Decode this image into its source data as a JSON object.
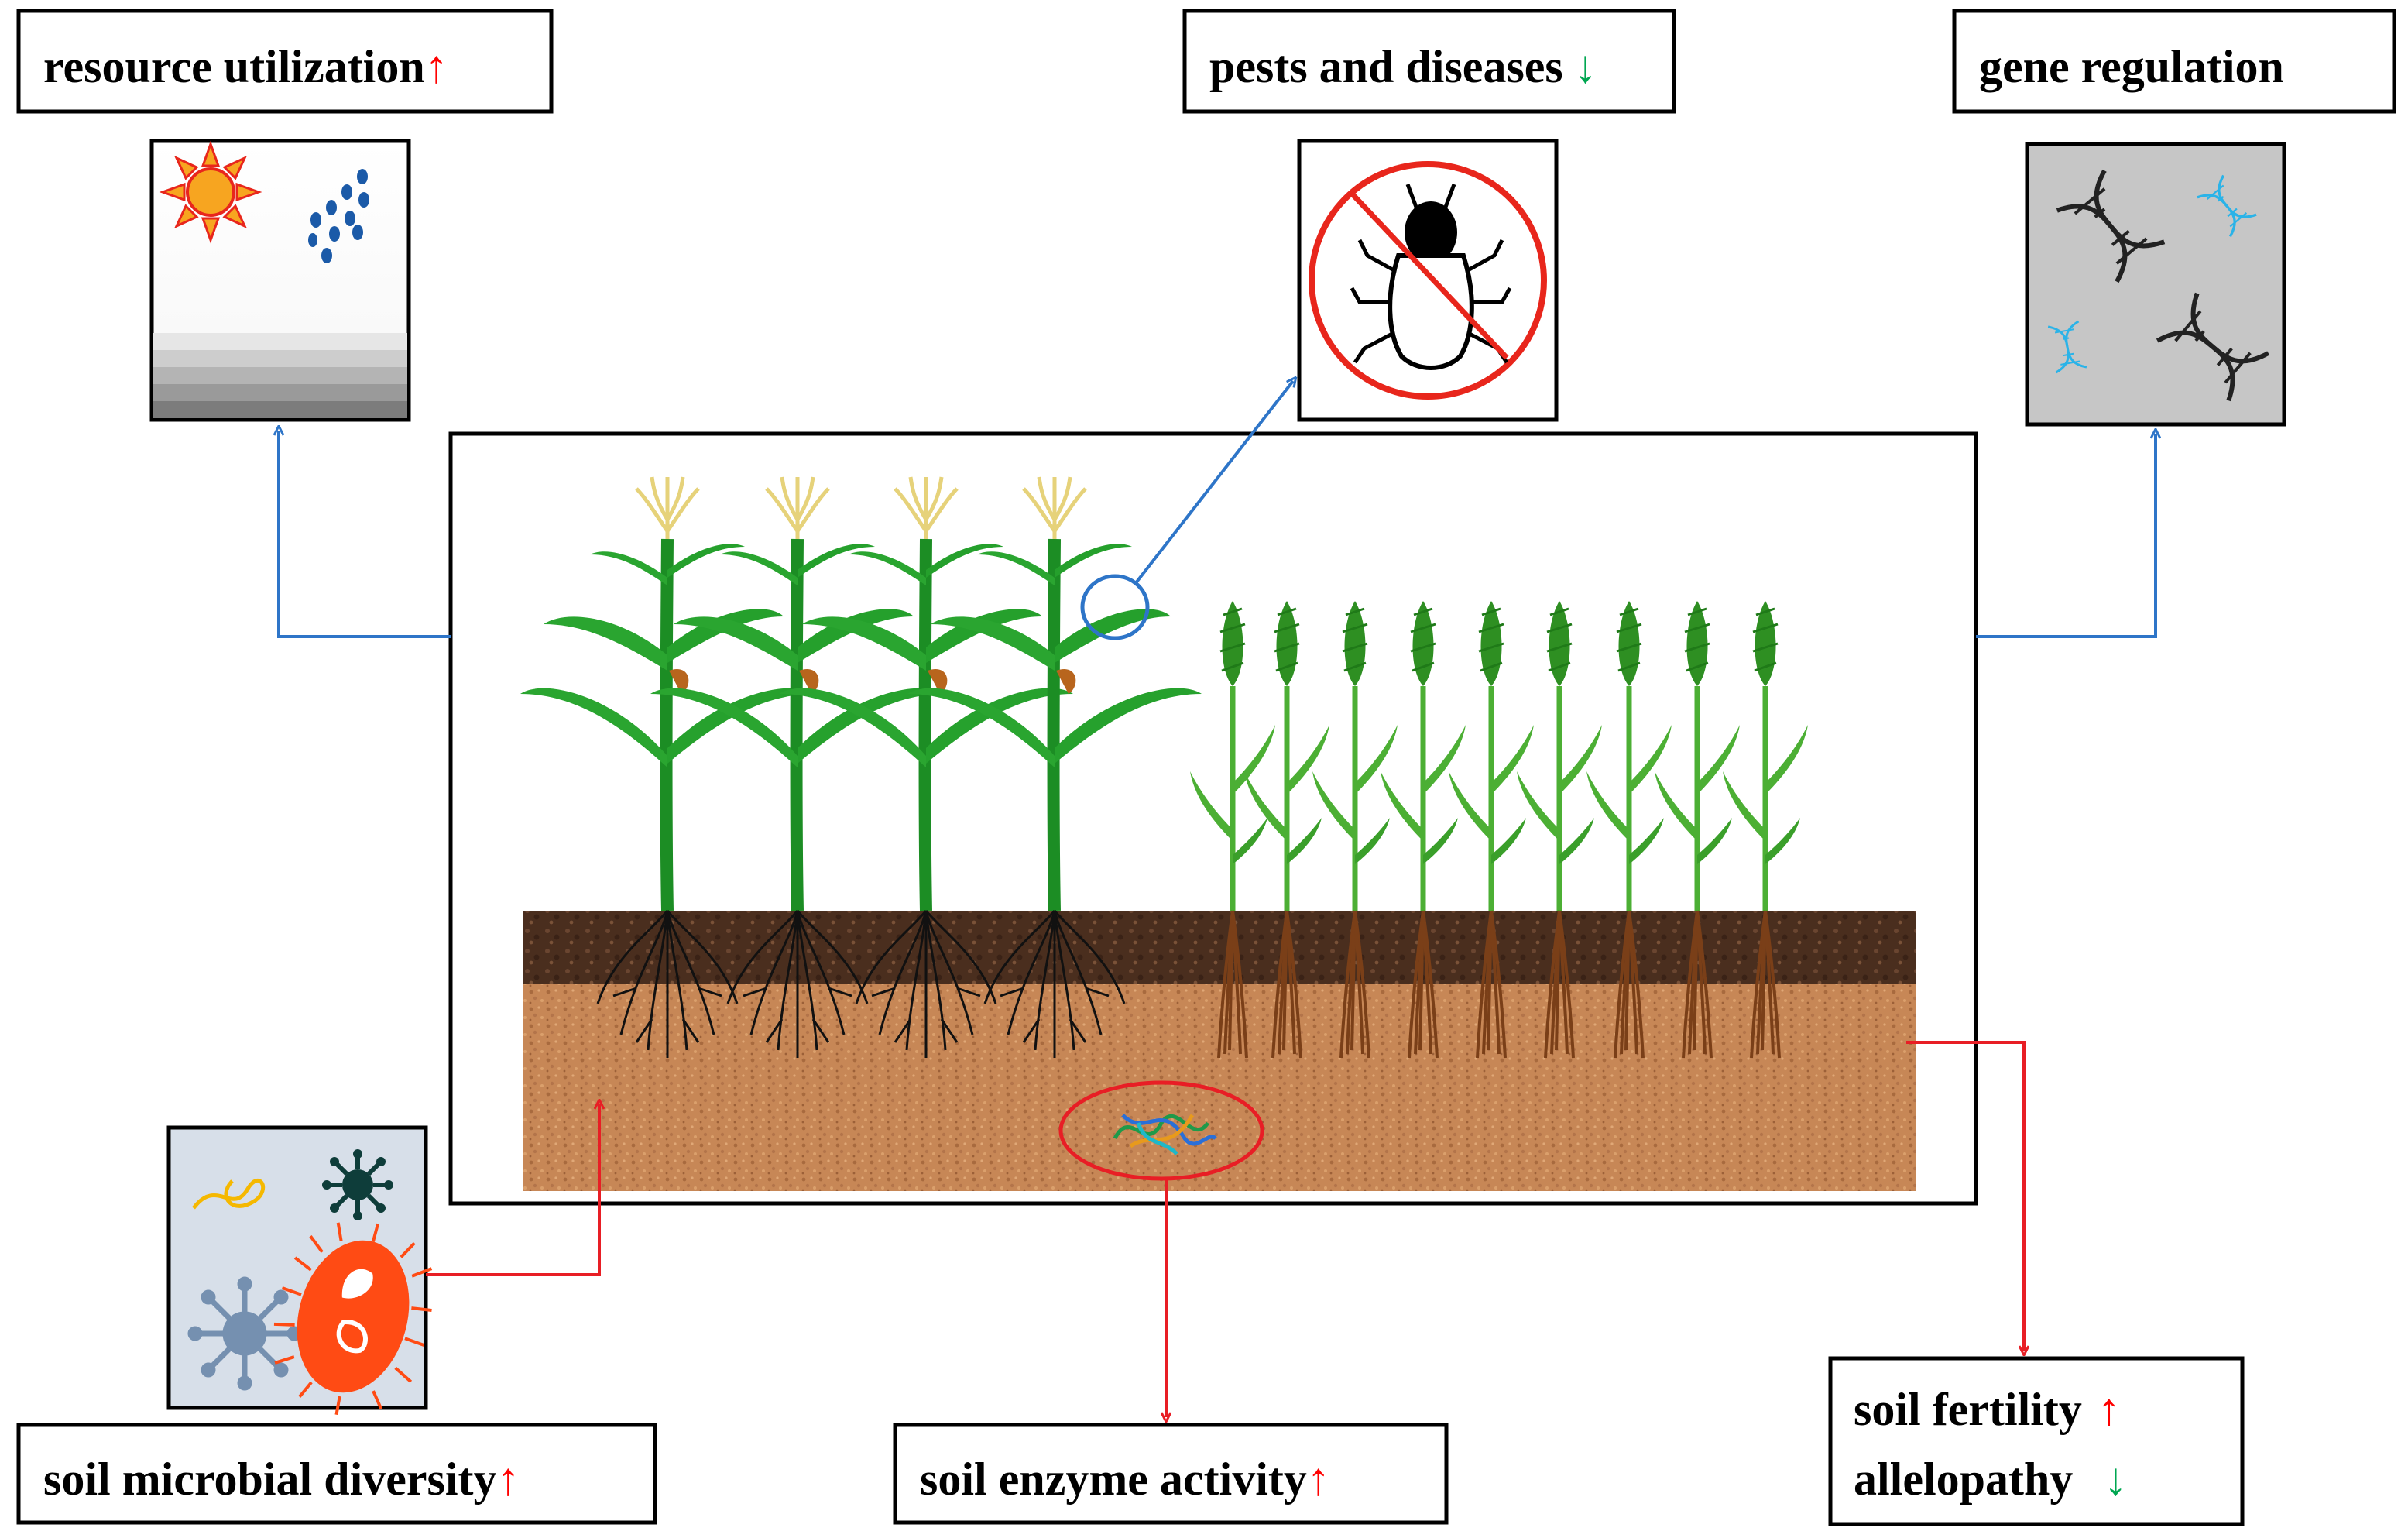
{
  "labels": {
    "resource_utilization": "resource utilization",
    "pests_and_diseases": "pests and diseases",
    "gene_regulation": "gene regulation",
    "soil_microbial_diversity": "soil microbial diversity",
    "soil_enzyme_activity": "soil enzyme activity",
    "soil_fertility": "soil fertility",
    "allelopathy": "allelopathy"
  },
  "trends": {
    "up_glyph": "↑",
    "down_glyph": "↓",
    "up_color": "#ff0000",
    "down_color": "#00a651"
  },
  "colors": {
    "connector_blue": "#2e75c8",
    "connector_red": "#e81e25",
    "dna_dark": "#222222",
    "dna_light": "#2ab3e8",
    "gene_panel_bg": "#c6c6c6",
    "microbe_panel_bg": "#d7dfe9",
    "soil_top": "#4a2e1e",
    "soil_bottom": "#c8895a",
    "maize_green": "#25a22c",
    "wheat_green": "#3daa2a",
    "tassel_yellow": "#e6d27a",
    "sun_orange": "#f7a520",
    "sun_red": "#e8261c",
    "rain_blue": "#1b5aa8",
    "no_sign_red": "#e8261c"
  },
  "icons": {
    "sun": "sun-icon",
    "rain": "raindrops-icon",
    "pest": "no-insect-icon",
    "dna": "dna-icon",
    "microbes": [
      "spirochete-icon",
      "virus-icon",
      "phage-icon",
      "bacterium-icon"
    ],
    "enzyme": "protein-enzyme-icon"
  },
  "crops": {
    "maize_count": 4,
    "wheat_count": 9
  }
}
